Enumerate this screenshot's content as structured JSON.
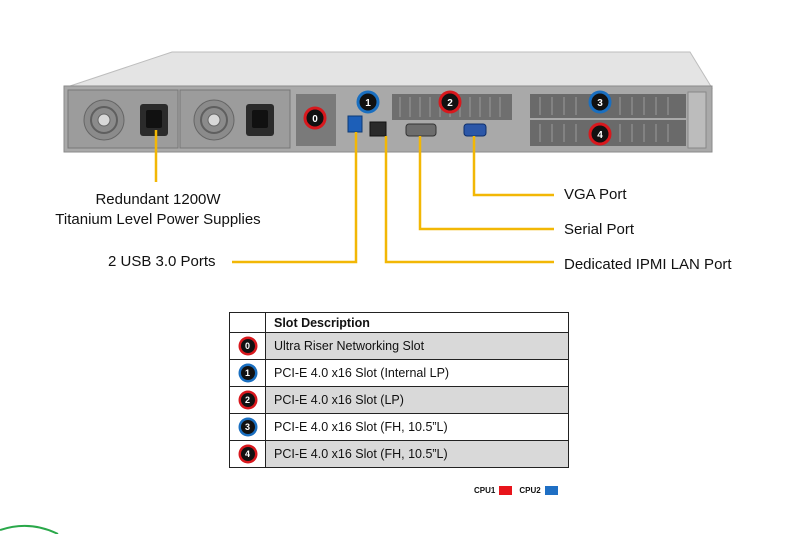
{
  "callouts": {
    "power_line1": "Redundant 1200W",
    "power_line2": "Titanium Level Power Supplies",
    "usb": "2 USB 3.0 Ports",
    "vga": "VGA Port",
    "serial": "Serial Port",
    "ipmi": "Dedicated IPMI LAN Port"
  },
  "chassis_badges": [
    "0",
    "1",
    "2",
    "3",
    "4"
  ],
  "table": {
    "header": "Slot Description",
    "rows": [
      {
        "num": "0",
        "label": "Ultra Riser Networking Slot",
        "ring": "red"
      },
      {
        "num": "1",
        "label": "PCI-E 4.0 x16 Slot (Internal LP)",
        "ring": "blue"
      },
      {
        "num": "2",
        "label": "PCI-E 4.0 x16 Slot (LP)",
        "ring": "red"
      },
      {
        "num": "3",
        "label": "PCI-E 4.0 x16 Slot (FH, 10.5”L)",
        "ring": "blue"
      },
      {
        "num": "4",
        "label": "PCI-E 4.0 x16 Slot (FH, 10.5”L)",
        "ring": "red"
      }
    ]
  },
  "legend": {
    "cpu1": "CPU1",
    "cpu2": "CPU2",
    "cpu1_color": "#e8141b",
    "cpu2_color": "#1f6fc4"
  },
  "colors": {
    "leader": "#f2b705",
    "red_ring": "#d8181d",
    "blue_ring": "#1a6fc0"
  }
}
